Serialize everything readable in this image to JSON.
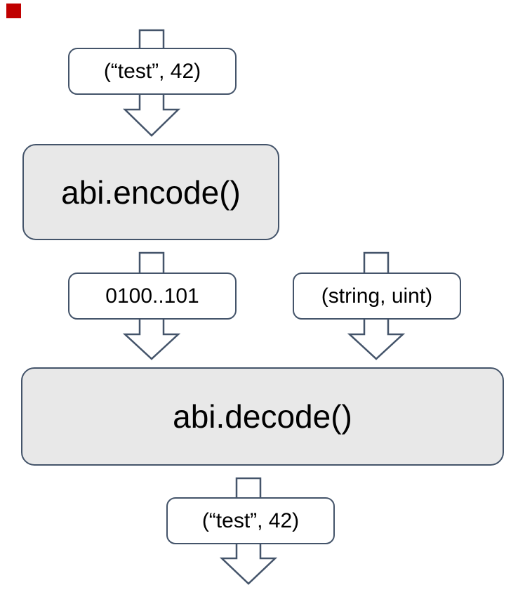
{
  "colors": {
    "stroke": "#44546A",
    "process_fill": "#E8E8E8",
    "pill_fill": "#FFFFFF",
    "text": "#000000",
    "marker_red": "#C00000",
    "background": "#FFFFFF"
  },
  "diagram": {
    "type": "flowchart",
    "description": "ABI encode/decode data flow",
    "nodes": {
      "input_tuple": {
        "label": "(“test”, 42)",
        "kind": "data-pill"
      },
      "encode": {
        "label": "abi.encode()",
        "kind": "process-box"
      },
      "encoded_bytes": {
        "label": "0100..101",
        "kind": "data-pill"
      },
      "type_tuple": {
        "label": "(string, uint)",
        "kind": "data-pill"
      },
      "decode": {
        "label": "abi.decode()",
        "kind": "process-box"
      },
      "output_tuple": {
        "label": "(“test”, 42)",
        "kind": "data-pill"
      }
    },
    "edges": [
      {
        "from": "input_tuple",
        "to": "encode",
        "style": "outlined-block-down-arrow"
      },
      {
        "from": "encode",
        "to": "decode",
        "via": "encoded_bytes",
        "style": "outlined-block-down-arrow"
      },
      {
        "from": "type_tuple",
        "to": "decode",
        "style": "outlined-block-down-arrow"
      },
      {
        "from": "decode",
        "to": "out",
        "via": "output_tuple",
        "style": "outlined-block-down-arrow"
      }
    ]
  }
}
